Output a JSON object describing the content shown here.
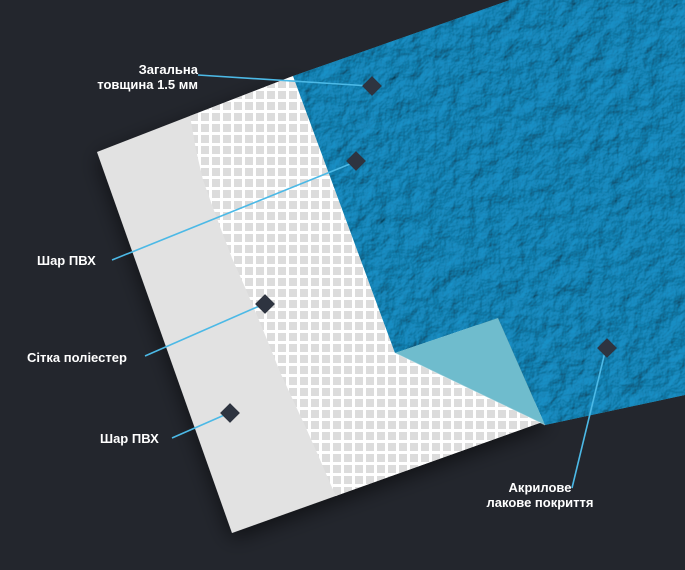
{
  "colors": {
    "background": "#23262d",
    "pvc_base": "#e2e2e2",
    "mesh": "#ffffff",
    "mesh_shadow": "#c8c8c8",
    "pvc_top": "#35a9cf",
    "lacquer_fold": "#6fbccd",
    "leader_line": "#4cb9e6",
    "marker": "#2e3440"
  },
  "labels": {
    "total_thickness": {
      "line1": "Загальна",
      "line2": "товщина 1.5 мм"
    },
    "pvc_top": "Шар ПВХ",
    "polyester_mesh": "Сітка поліестер",
    "pvc_bottom": "Шар ПВХ",
    "acrylic_lacquer": {
      "line1": "Акрилове",
      "line2": "лакове покриття"
    }
  }
}
